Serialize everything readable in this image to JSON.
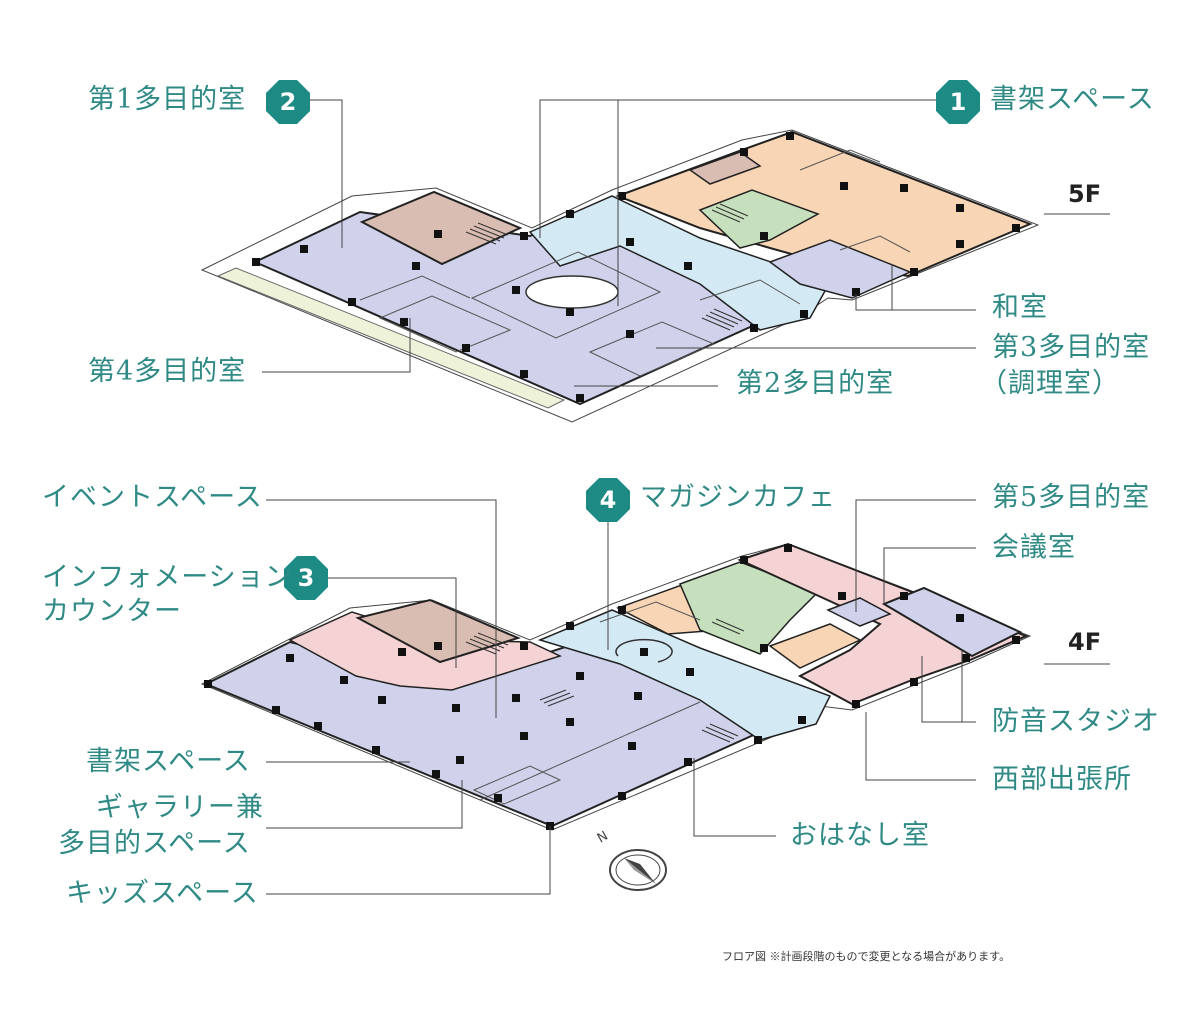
{
  "floors": {
    "upper": "5F",
    "lower": "4F"
  },
  "badges": {
    "b1": "1",
    "b2": "2",
    "b3": "3",
    "b4": "4"
  },
  "labels_5f": {
    "room1": "第1多目的室",
    "shelf": "書架スペース",
    "washitsu": "和室",
    "room3": "第3多目的室",
    "room3_sub": "（調理室）",
    "room4": "第4多目的室",
    "room2": "第2多目的室"
  },
  "labels_4f": {
    "event": "イベントスペース",
    "info_line1": "インフォメーション",
    "info_line2": "カウンター",
    "cafe": "マガジンカフェ",
    "room5": "第5多目的室",
    "meeting": "会議室",
    "studio": "防音スタジオ",
    "branch": "西部出張所",
    "shelf": "書架スペース",
    "gallery_line1": "ギャラリー兼",
    "gallery_line2": "多目的スペース",
    "ohanashi": "おはなし室",
    "kids": "キッズスペース"
  },
  "footnote": "フロア図 ※計画段階のもので変更となる場合があります。",
  "compass": "N",
  "colors": {
    "label_teal": "#2f8a86",
    "badge_teal": "#1e8a84",
    "lavender": "#cfd2ea",
    "lightblue": "#d3e9f4",
    "peach": "#f8d5b4",
    "green": "#c6e0bd",
    "pink": "#f5d2d4",
    "mauve": "#d9bcb2",
    "balcony": "#eef2d8"
  }
}
